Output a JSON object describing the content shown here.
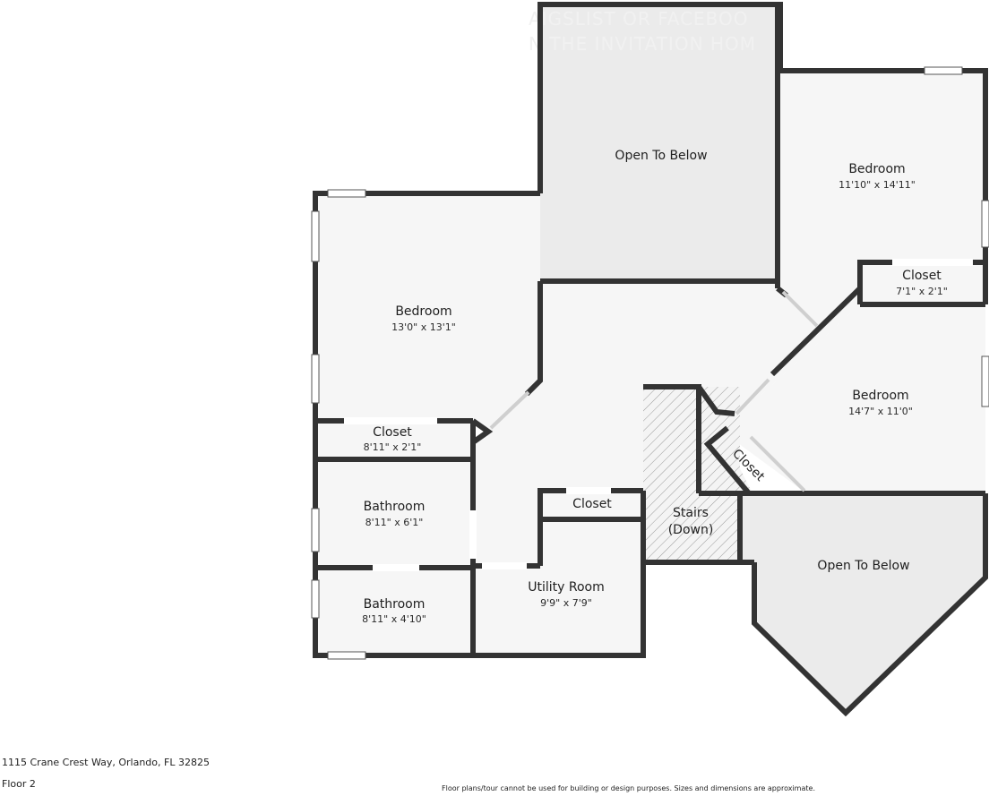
{
  "watermark": {
    "line1": "AIGSLIST OR FACEBOO",
    "line2": "N THE INVITATION HOM"
  },
  "rooms": [
    {
      "id": "open-to-below-top",
      "name": "Open To Below",
      "dims": ""
    },
    {
      "id": "bedroom-ne",
      "name": "Bedroom",
      "dims": "11'10\" x 14'11\""
    },
    {
      "id": "closet-ne",
      "name": "Closet",
      "dims": "7'1\" x 2'1\""
    },
    {
      "id": "bedroom-w",
      "name": "Bedroom",
      "dims": "13'0\" x 13'1\""
    },
    {
      "id": "bedroom-e",
      "name": "Bedroom",
      "dims": "14'7\" x 11'0\""
    },
    {
      "id": "closet-w",
      "name": "Closet",
      "dims": "8'11\" x 2'1\""
    },
    {
      "id": "closet-diag",
      "name": "Closet",
      "dims": ""
    },
    {
      "id": "bathroom-upper",
      "name": "Bathroom",
      "dims": "8'11\" x 6'1\""
    },
    {
      "id": "closet-center",
      "name": "Closet",
      "dims": ""
    },
    {
      "id": "stairs",
      "name": "Stairs",
      "dims": "(Down)"
    },
    {
      "id": "open-to-below-bottom",
      "name": "Open To Below",
      "dims": ""
    },
    {
      "id": "utility-room",
      "name": "Utility Room",
      "dims": "9'9\" x 7'9\""
    },
    {
      "id": "bathroom-lower",
      "name": "Bathroom",
      "dims": "8'11\" x 4'10\""
    }
  ],
  "footer": {
    "address": "1115 Crane Crest Way, Orlando, FL 32825",
    "floor": "Floor 2",
    "disclaimer": "Floor plans/tour cannot be used for building or design purposes. Sizes and dimensions are approximate."
  }
}
